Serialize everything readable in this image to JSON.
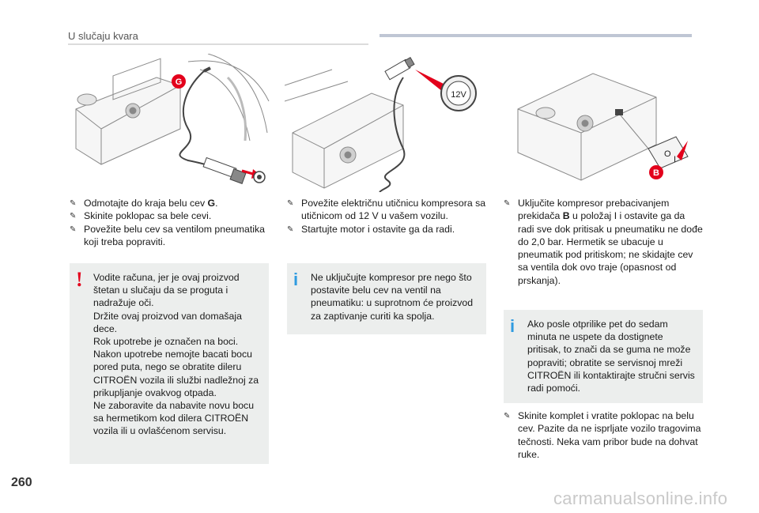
{
  "header": {
    "title": "U slučaju kvara"
  },
  "page_number": "260",
  "watermark": "carmanualsonline.info",
  "illustrations": {
    "left": {
      "callout": "G"
    },
    "middle": {
      "socket_label": "12V"
    },
    "right": {
      "callout": "B",
      "switch_labels": [
        "O",
        "I"
      ]
    }
  },
  "column1": {
    "steps": [
      {
        "text": "Odmotajte do kraja belu cev ",
        "bold": "G",
        "after": "."
      },
      {
        "text": "Skinite poklopac sa bele cevi.",
        "bold": "",
        "after": ""
      },
      {
        "text": "Povežite belu cev sa ventilom pneumatika koji treba popraviti.",
        "bold": "",
        "after": ""
      }
    ],
    "warning": {
      "lines": [
        "Vodite računa, jer je ovaj proizvod štetan u slučaju da se proguta i nadražuje oči.",
        "Držite ovaj proizvod van domašaja dece.",
        "Rok upotrebe je označen na boci.",
        "Nakon upotrebe nemojte bacati bocu pored puta, nego se obratite dileru CITROËN vozila ili službi nadležnoj za prikupljanje ovakvog otpada.",
        "Ne zaboravite da nabavite novu bocu sa hermetikom kod dilera CITROËN vozila ili u ovlašćenom servisu."
      ]
    }
  },
  "column2": {
    "steps": [
      {
        "text": "Povežite električnu utičnicu kompresora sa utičnicom od 12 V u vašem vozilu."
      },
      {
        "text": "Startujte motor i ostavite ga da radi."
      }
    ],
    "info": {
      "text": "Ne uključujte kompresor pre nego što postavite belu cev na ventil na pneumatiku: u suprotnom će proizvod za zaptivanje curiti ka spolja."
    }
  },
  "column3": {
    "step1": {
      "before": "Uključite kompresor prebacivanjem prekidača ",
      "bold": "B",
      "after": " u položaj I i ostavite ga da radi sve dok pritisak u pneumatiku ne dođe do 2,0 bar. Hermetik se ubacuje u pneumatik pod pritiskom; ne skidajte cev sa ventila dok ovo traje (opasnost od prskanja)."
    },
    "info": {
      "text": "Ako posle otprilike pet do sedam minuta ne uspete da dostignete pritisak, to znači da se guma ne može popraviti; obratite se servisnoj mreži CITROËN ili kontaktirajte stručni servis radi pomoći."
    },
    "step2": {
      "text": "Skinite komplet i vratite poklopac na belu cev. Pazite da ne isprljate vozilo tragovima tečnosti. Neka vam pribor bude na dohvat ruke."
    }
  },
  "colors": {
    "accent_red": "#e3001b",
    "info_blue": "#2f9be0",
    "box_bg": "#eceeed",
    "header_bar": "#bfc6d4"
  }
}
